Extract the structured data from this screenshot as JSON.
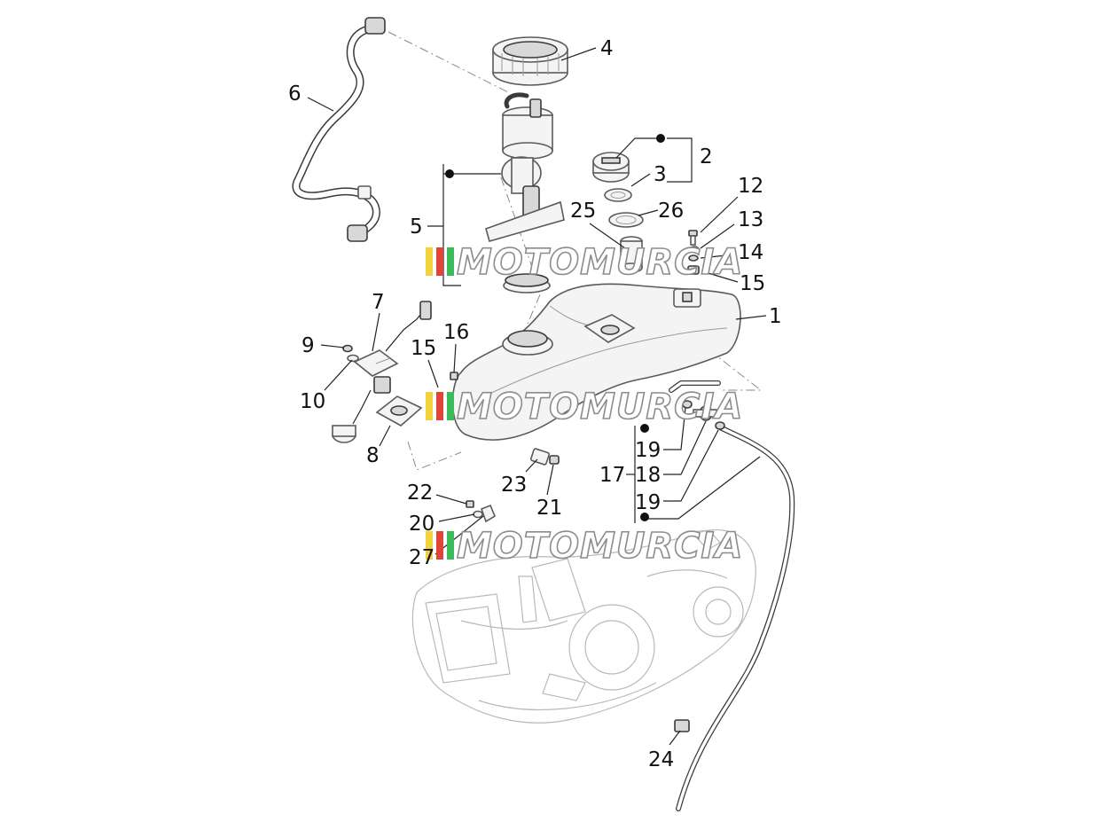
{
  "diagram": {
    "watermark_text": "MOTOMURCIA",
    "watermark_colors": [
      "#f2d23a",
      "#e0453c",
      "#3dbb5b"
    ],
    "callouts": [
      {
        "id": "c1",
        "text": "1"
      },
      {
        "id": "c2",
        "text": "2"
      },
      {
        "id": "c3",
        "text": "3"
      },
      {
        "id": "c4",
        "text": "4"
      },
      {
        "id": "c5",
        "text": "5"
      },
      {
        "id": "c6",
        "text": "6"
      },
      {
        "id": "c7",
        "text": "7"
      },
      {
        "id": "c8",
        "text": "8"
      },
      {
        "id": "c9",
        "text": "9"
      },
      {
        "id": "c10",
        "text": "10"
      },
      {
        "id": "c12",
        "text": "12"
      },
      {
        "id": "c13",
        "text": "13"
      },
      {
        "id": "c14",
        "text": "14"
      },
      {
        "id": "c15a",
        "text": "15"
      },
      {
        "id": "c15b",
        "text": "15"
      },
      {
        "id": "c16",
        "text": "16"
      },
      {
        "id": "c17",
        "text": "17"
      },
      {
        "id": "c18",
        "text": "18"
      },
      {
        "id": "c19a",
        "text": "19"
      },
      {
        "id": "c19b",
        "text": "19"
      },
      {
        "id": "c20",
        "text": "20"
      },
      {
        "id": "c21",
        "text": "21"
      },
      {
        "id": "c22",
        "text": "22"
      },
      {
        "id": "c23",
        "text": "23"
      },
      {
        "id": "c24",
        "text": "24"
      },
      {
        "id": "c25",
        "text": "25"
      },
      {
        "id": "c26",
        "text": "26"
      },
      {
        "id": "c27",
        "text": "27"
      }
    ]
  }
}
